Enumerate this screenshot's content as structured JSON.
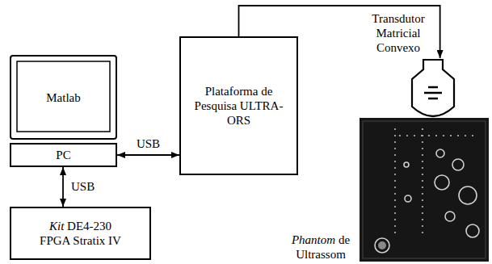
{
  "diagram": {
    "nodes": [
      {
        "text": [
          "Transdutor Matricial Convexo"
        ]
      },
      {
        "text": [
          "Matlab"
        ]
      },
      {
        "text": [
          "Plataforma de Pesquisa ULTRA-ORS"
        ]
      },
      {
        "text": [
          "PC"
        ]
      },
      {
        "text": [
          "Phantom de Ultrassom"
        ]
      },
      {
        "text": [
          "Kit DE4-230",
          "FPGA Stratix IV"
        ]
      }
    ],
    "edges": [
      {
        "from": 3,
        "to": 2,
        "label": "USB",
        "arrow": "both"
      },
      {
        "from": 3,
        "to": 5,
        "label": "USB",
        "arrow": "both"
      },
      {
        "from": 2,
        "to": 0,
        "arrow": "to"
      }
    ]
  }
}
